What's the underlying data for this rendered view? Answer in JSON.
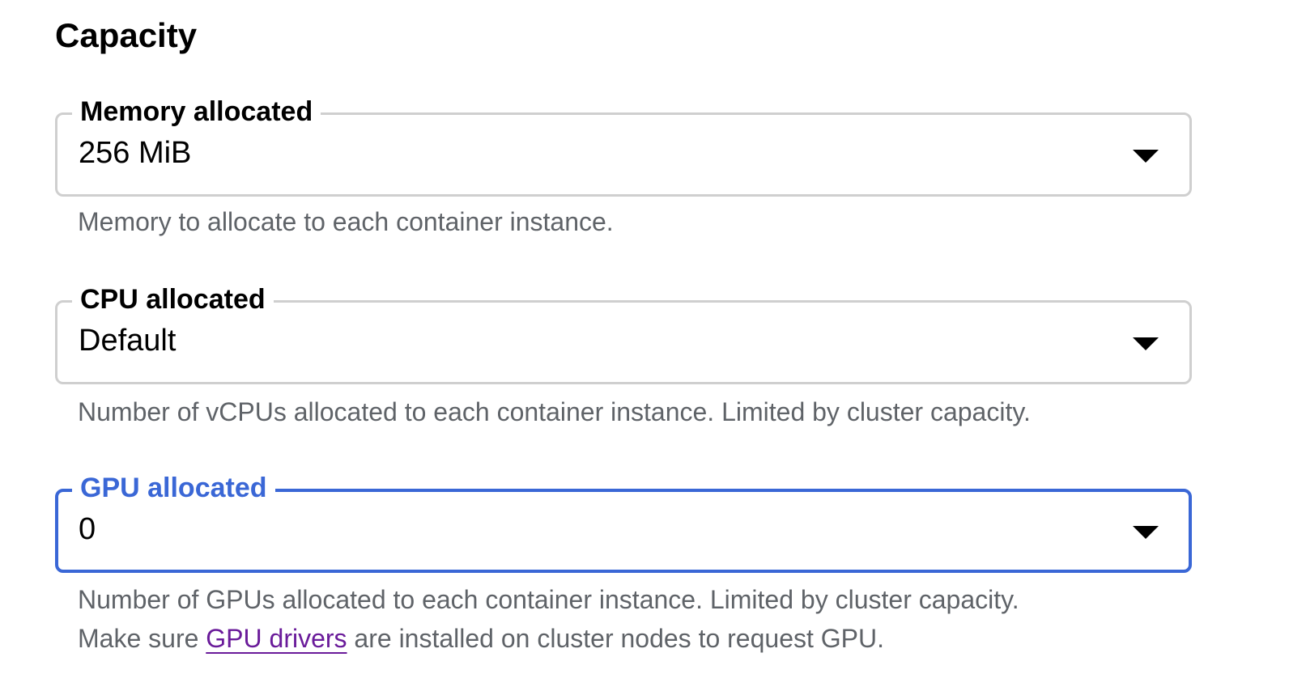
{
  "section": {
    "title": "Capacity"
  },
  "fields": [
    {
      "label": "Memory allocated",
      "value": "256 MiB",
      "helper": "Memory to allocate to each container instance.",
      "focused": false
    },
    {
      "label": "CPU allocated",
      "value": "Default",
      "helper": "Number of vCPUs allocated to each container instance. Limited by cluster capacity.",
      "focused": false
    },
    {
      "label": "GPU allocated",
      "value": "0",
      "helper_line1": "Number of GPUs allocated to each container instance. Limited by cluster capacity.",
      "helper_line2_prefix": "Make sure ",
      "helper_link": "GPU drivers",
      "helper_line2_suffix": " are installed on cluster nodes to request GPU.",
      "focused": true
    }
  ],
  "colors": {
    "focus_accent": "#3a67d6",
    "visited_link": "#6a1b9a",
    "helper_text": "#5f6368",
    "border_idle": "#cfcfcf"
  },
  "icons": {
    "dropdown": "triangle-down"
  }
}
